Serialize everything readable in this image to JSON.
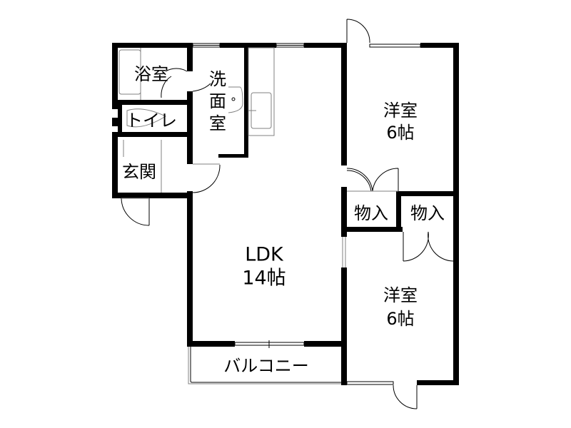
{
  "floor_plan": {
    "colors": {
      "wall": "#000000",
      "background": "#ffffff",
      "fixture_line": "#808080"
    },
    "rooms": {
      "bath": {
        "label": "浴室"
      },
      "washroom": {
        "label_line1": "洗",
        "label_line2": "面",
        "label_line3": "室"
      },
      "toilet": {
        "label": "トイレ"
      },
      "entrance": {
        "label": "玄関"
      },
      "ldk": {
        "label": "LDK",
        "size": "14帖"
      },
      "western_room_1": {
        "label": "洋室",
        "size": "6帖"
      },
      "western_room_2": {
        "label": "洋室",
        "size": "6帖"
      },
      "storage_1": {
        "label": "物入"
      },
      "storage_2": {
        "label": "物入"
      },
      "balcony": {
        "label": "バルコニー"
      }
    }
  }
}
